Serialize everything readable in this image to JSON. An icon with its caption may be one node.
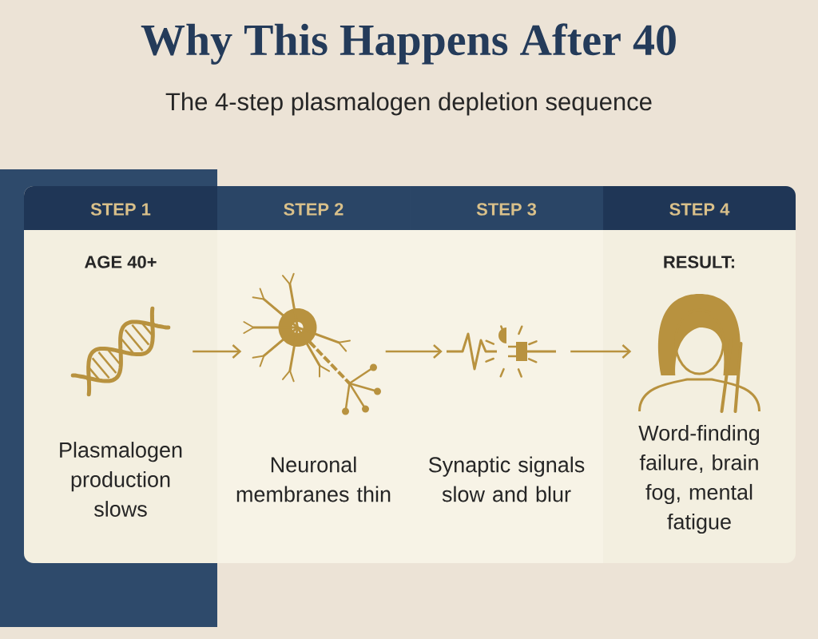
{
  "diagram": {
    "title": "Why This Happens After 40",
    "caption": "The 4-step plasmalogen depletion sequence",
    "nodes": [
      {
        "text": [
          "STEP 1",
          "AGE 40+",
          "Plasmalogen production slows"
        ]
      },
      {
        "text": [],
        "shape": "picture",
        "in": 0
      },
      {
        "text": [
          "STEP 2",
          "Neuronal membranes thin"
        ]
      },
      {
        "text": [],
        "shape": "picture",
        "in": 2
      },
      {
        "text": [
          "STEP 3",
          "Synaptic signals slow and blur"
        ]
      },
      {
        "text": [],
        "shape": "picture",
        "in": 4
      },
      {
        "text": [
          "STEP 4",
          "RESULT:",
          "Word-finding failure, brain fog, mental fatigue"
        ]
      },
      {
        "text": [],
        "shape": "picture",
        "in": 6
      }
    ],
    "edges": [
      {
        "from": 1,
        "to": 3,
        "arrow": "to"
      },
      {
        "from": 3,
        "to": 5,
        "arrow": "to"
      },
      {
        "from": 5,
        "to": 7,
        "arrow": "to"
      }
    ]
  }
}
